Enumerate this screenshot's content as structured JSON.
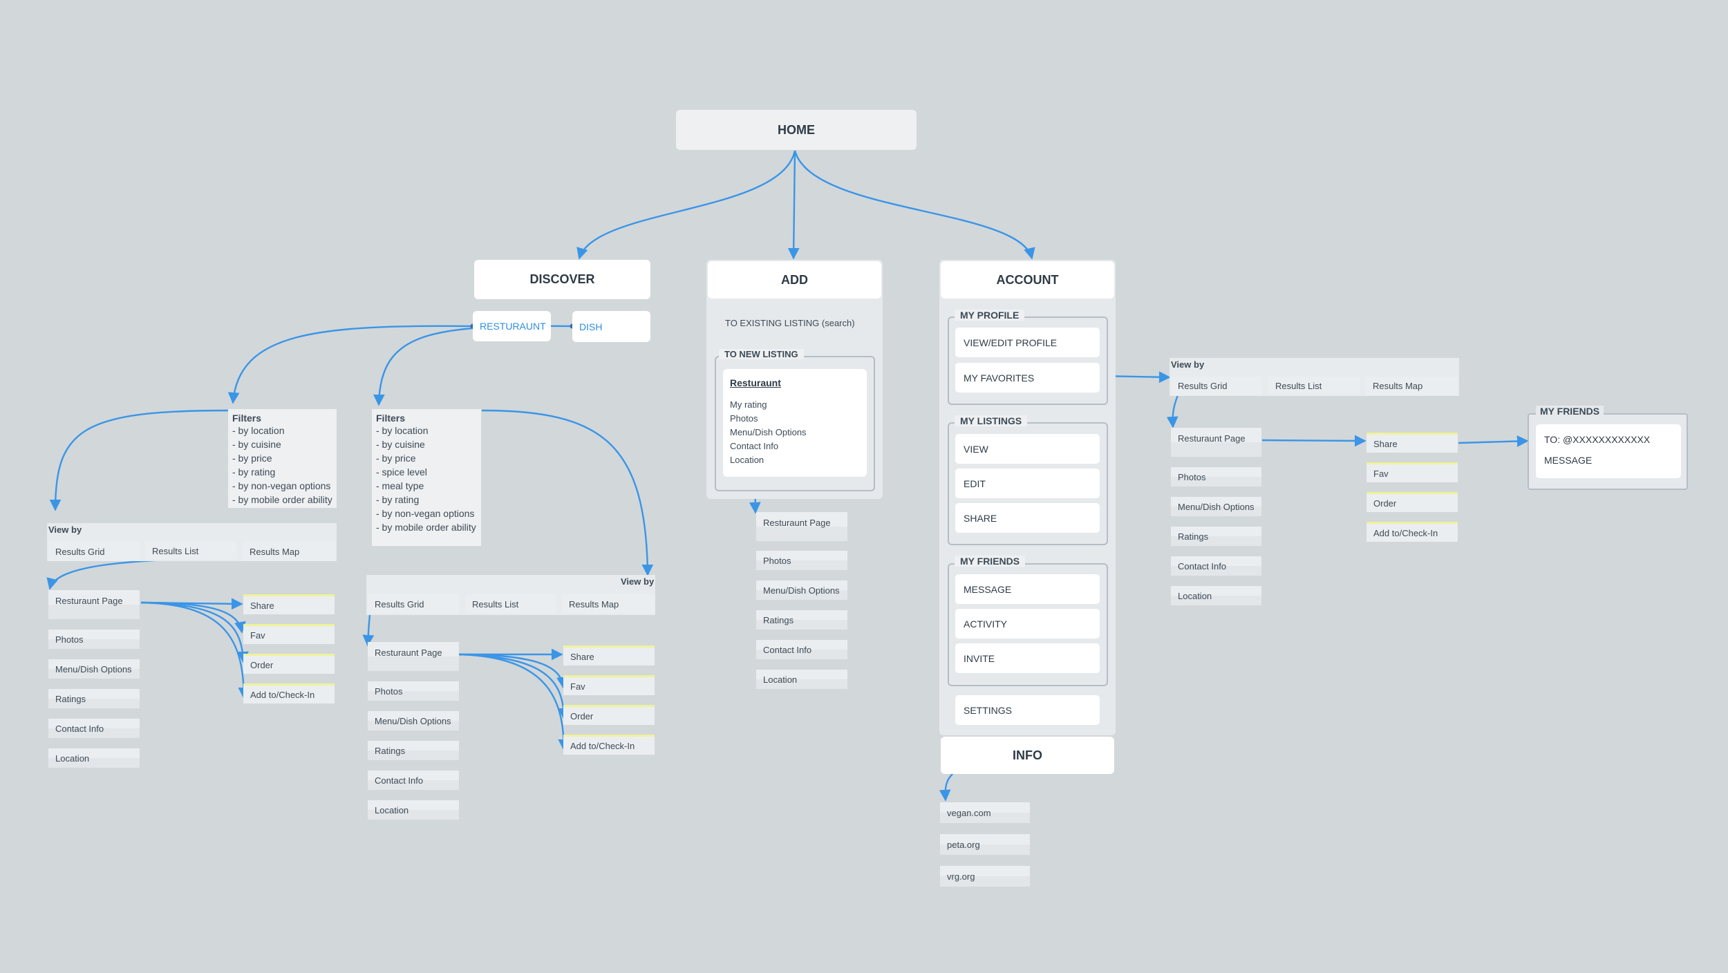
{
  "home": "HOME",
  "discover": {
    "title": "DISCOVER",
    "tab_restaurant": "RESTURAUNT",
    "tab_dish": "DISH",
    "filters_a": {
      "title": "Filters",
      "items": [
        "- by location",
        "- by cuisine",
        "- by price",
        "- by rating",
        "- by non-vegan options",
        "- by mobile order ability"
      ]
    },
    "filters_b": {
      "title": "Filters",
      "items": [
        "- by location",
        "- by cuisine",
        "- by price",
        "- spice level",
        "- meal type",
        "- by rating",
        "- by non-vegan options",
        "- by mobile order ability"
      ]
    }
  },
  "view_by": {
    "label": "View by",
    "grid": "Results Grid",
    "list": "Results List",
    "map": "Results Map"
  },
  "restaurant_page": {
    "title": "Resturaunt Page",
    "photos": "Photos",
    "menu": "Menu/Dish Options",
    "ratings": "Ratings",
    "contact": "Contact Info",
    "location": "Location"
  },
  "actions": {
    "share": "Share",
    "fav": "Fav",
    "order": "Order",
    "checkin": "Add to/Check-In"
  },
  "add": {
    "title": "ADD",
    "existing": "TO EXISTING LISTING (search)",
    "new_listing": "TO NEW LISTING",
    "card_title": "Resturaunt",
    "card_items": [
      "My rating",
      "Photos",
      "Menu/Dish Options",
      "Contact Info",
      "Location"
    ]
  },
  "account": {
    "title": "ACCOUNT",
    "my_profile": "MY PROFILE",
    "view_edit_profile": "VIEW/EDIT PROFILE",
    "my_favorites": "MY FAVORITES",
    "my_listings": "MY LISTINGS",
    "view": "VIEW",
    "edit": "EDIT",
    "share": "SHARE",
    "my_friends": "MY FRIENDS",
    "message": "MESSAGE",
    "activity": "ACTIVITY",
    "invite": "INVITE",
    "settings": "SETTINGS"
  },
  "info": {
    "title": "INFO",
    "links": [
      "vegan.com",
      "peta.org",
      "vrg.org"
    ]
  },
  "friends_popup": {
    "title": "MY FRIENDS",
    "to": "TO: @XXXXXXXXXXXX",
    "message": "MESSAGE"
  },
  "colors": {
    "background": "#d2d7da",
    "connector": "#3a95e6",
    "highlight": "#eef29a",
    "link_text": "#2b8fe0"
  }
}
